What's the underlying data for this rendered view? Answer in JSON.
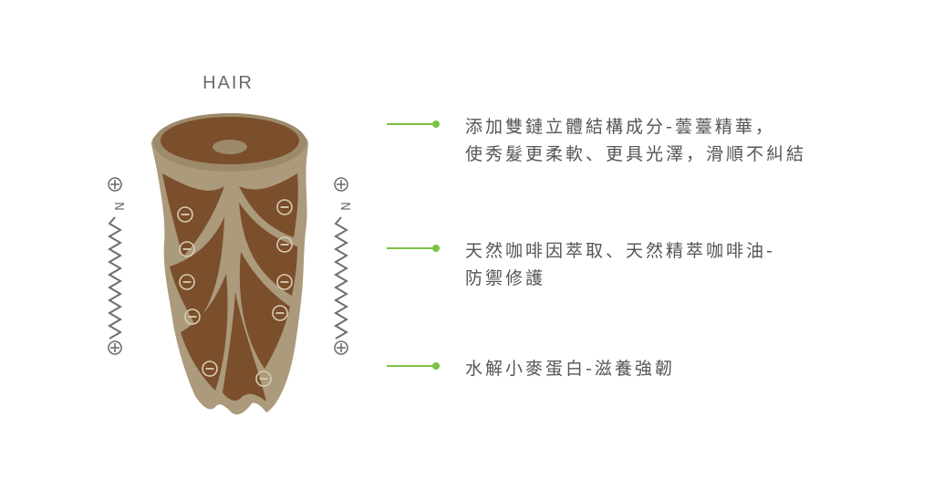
{
  "diagram": {
    "hair_label": "HAIR",
    "left_charge": {
      "top_symbol": "⊕",
      "letter": "N",
      "bottom_symbol": "⊕"
    },
    "right_charge": {
      "top_symbol": "⊕",
      "letter": "N",
      "bottom_symbol": "⊕"
    },
    "negative_symbol": "−"
  },
  "features": [
    {
      "lines": [
        "添加雙鏈立體結構成分-蕓薹精華，",
        "使秀髮更柔軟、更具光澤，滑順不糾結"
      ]
    },
    {
      "lines": [
        "天然咖啡因萃取、天然精萃咖啡油-",
        "防禦修護"
      ]
    },
    {
      "lines": [
        "水解小麥蛋白-滋養強韌"
      ]
    }
  ],
  "colors": {
    "accent_green": "#7cc242",
    "hair_outer": "#ab9a7c",
    "hair_inner": "#7b4e2c",
    "hair_ring": "#9c8a6a",
    "text": "#555555",
    "symbol": "#6f6f6f"
  }
}
